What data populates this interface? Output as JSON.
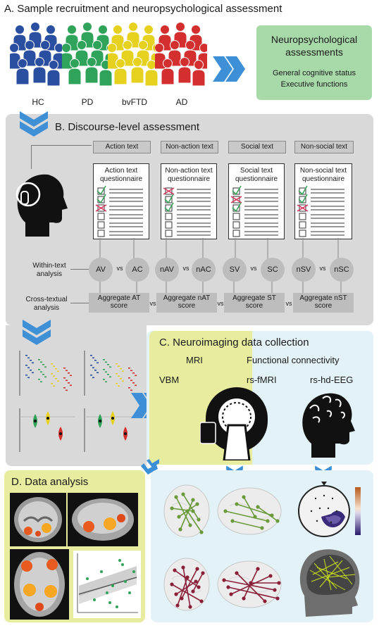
{
  "sections": {
    "a": "A. Sample recruitment and neuropsychological assessment",
    "b": "B. Discourse-level assessment",
    "c": "C. Neuroimaging data collection",
    "d": "D. Data analysis"
  },
  "groups": [
    {
      "label": "HC",
      "color": "#2a4ea0"
    },
    {
      "label": "PD",
      "color": "#2fa35a"
    },
    {
      "label": "bvFTD",
      "color": "#e6d21e"
    },
    {
      "label": "AD",
      "color": "#d32f2f"
    }
  ],
  "neuro": {
    "title1": "Neuropsychological",
    "title2": "assessments",
    "item1": "General cognitive status",
    "item2": "Executive functions"
  },
  "texts": [
    {
      "label": "Action text",
      "q1": "Action text",
      "q2": "questionnaire"
    },
    {
      "label": "Non-action text",
      "q1": "Non-action text",
      "q2": "questionnaire"
    },
    {
      "label": "Social text",
      "q1": "Social text",
      "q2": "questionnaire"
    },
    {
      "label": "Non-social text",
      "q1": "Non-social text",
      "q2": "questionnaire"
    }
  ],
  "within": {
    "label1": "Within-text",
    "label2": "analysis"
  },
  "cross": {
    "label1": "Cross-textual",
    "label2": "analysis"
  },
  "pairs": [
    {
      "a": "AV",
      "b": "AC"
    },
    {
      "a": "nAV",
      "b": "nAC"
    },
    {
      "a": "SV",
      "b": "SC"
    },
    {
      "a": "nSV",
      "b": "nSC"
    }
  ],
  "vs": "vs",
  "aggregates": [
    {
      "l1": "Aggregate AT",
      "l2": "score"
    },
    {
      "l1": "Aggregate nAT",
      "l2": "score"
    },
    {
      "l1": "Aggregate ST",
      "l2": "score"
    },
    {
      "l1": "Aggregate nST",
      "l2": "score"
    }
  ],
  "imaging": {
    "mri": "MRI",
    "vbm": "VBM",
    "fc": "Functional connectivity",
    "fmri": "rs-fMRI",
    "eeg": "rs-hd-EEG"
  },
  "colors": {
    "arrow": "#3d8fd6",
    "panel_b": "#d9d9d9",
    "panel_c": "#e3f2f6",
    "panel_d": "#e8ec9f",
    "neuro_box": "#a8d9a9",
    "check": "#3aa35a",
    "cross": "#d8325a"
  }
}
